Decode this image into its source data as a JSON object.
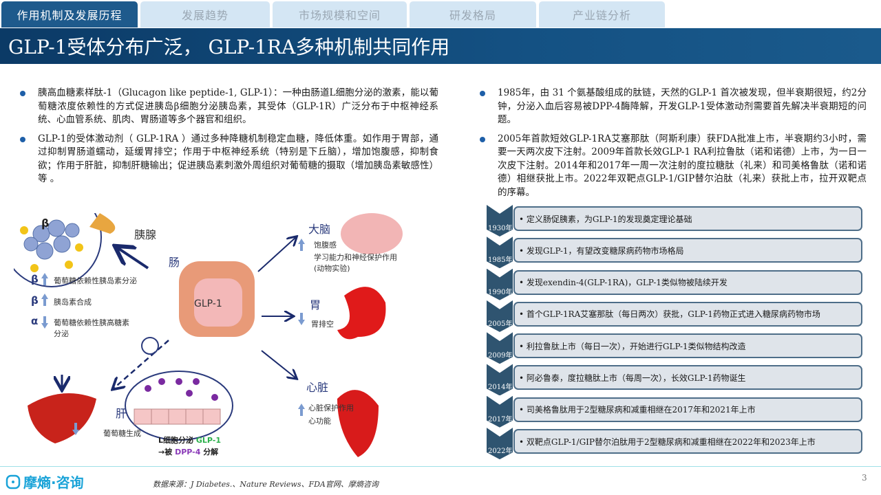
{
  "tabs": [
    "作用机制及发展历程",
    "发展趋势",
    "市场规模和空间",
    "研发格局",
    "产业链分析"
  ],
  "title": "GLP-1受体分布广泛， GLP-1RA多种机制共同作用",
  "left_bullets": [
    "胰高血糖素样肽-1（Glucagon like peptide-1, GLP-1）：一种由肠道L细胞分泌的激素，能以葡萄糖浓度依赖性的方式促进胰岛β细胞分泌胰岛素，其受体（GLP-1R）广泛分布于中枢神经系统、心血管系统、肌肉、胃肠道等多个器官和组织。",
    "GLP-1的受体激动剂（ GLP-1RA ）通过多种降糖机制稳定血糖，降低体重。如作用于胃部，通过抑制胃肠道蠕动，延缓胃排空；作用于中枢神经系统（特别是下丘脑），增加饱腹感，抑制食欲；作用于肝脏，抑制肝糖输出；促进胰岛素刺激外周组织对葡萄糖的摄取（增加胰岛素敏感性）等 。"
  ],
  "right_bullets": [
    "1985年，由 31 个氨基酸组成的肽链，天然的GLP-1 首次被发现，但半衰期很短，约2分钟，分泌入血后容易被DPP-4酶降解，开发GLP-1受体激动剂需要首先解决半衰期短的问题。",
    "2005年首款短效GLP-1RA艾塞那肽（阿斯利康）获FDA批准上市，半衰期约3小时，需要一天两次皮下注射。2009年首款长效GLP-1 RA利拉鲁肽（诺和诺德）上市，为一日一次皮下注射。2014年和2017年一周一次注射的度拉糖肽（礼来）和司美格鲁肽（诺和诺德）相继获批上市。2022年双靶点GLP-1/GIP替尔泊肽（礼来）获批上市，拉开双靶点的序幕。"
  ],
  "timeline": [
    {
      "year": "1930年",
      "text": "• 定义肠促胰素，为GLP-1的发现奠定理论基础"
    },
    {
      "year": "1985年",
      "text": "• 发现GLP-1，有望改变糖尿病药物市场格局"
    },
    {
      "year": "1990年",
      "text": "• 发现exendin-4(GLP-1RA)，GLP-1类似物被陆续开发"
    },
    {
      "year": "2005年",
      "text": "• 首个GLP-1RA艾塞那肽（每日两次）获批，GLP-1药物正式进入糖尿病药物市场"
    },
    {
      "year": "2009年",
      "text": "• 利拉鲁肽上市（每日一次），开始进行GLP-1类似物结构改造"
    },
    {
      "year": "2014年",
      "text": "• 阿必鲁泰，度拉糖肽上市（每周一次），长效GLP-1药物诞生"
    },
    {
      "year": "2017年",
      "text": "• 司美格鲁肽用于2型糖尿病和减重相继在2017年和2021年上市"
    },
    {
      "year": "2022年",
      "text": "• 双靶点GLP-1/GIP替尔泊肽用于2型糖尿病和减重相继在2022年和2023年上市"
    }
  ],
  "diagram": {
    "pancreas": "胰腺",
    "intestine": "肠",
    "glp1": "GLP-1",
    "brain": "大脑",
    "brain_e1": "饱腹感",
    "brain_e2": "学习能力和神经保护作用 (动物实验)",
    "stomach": "胃",
    "stomach_e": "胃排空",
    "heart": "心脏",
    "heart_e1": "心脏保护作用",
    "heart_e2": "心功能",
    "liver": "肝",
    "liver_e": "葡萄糖生成",
    "beta": "β",
    "alpha": "α",
    "p1": "葡萄糖依赖性胰岛素分泌",
    "p2": "胰岛素合成",
    "p3": "葡萄糖依赖性胰高糖素分泌",
    "lcell1": "L细胞分泌",
    "lcell_glp": "GLP-1",
    "lcell2": "→被",
    "dpp4": "DPP-4",
    "lcell3": "分解"
  },
  "footer": {
    "logo": "摩熵·咨询",
    "source": "数据来源：J Diabetes.、Nature Reviews、FDA官网、摩熵咨询",
    "page": "3"
  }
}
